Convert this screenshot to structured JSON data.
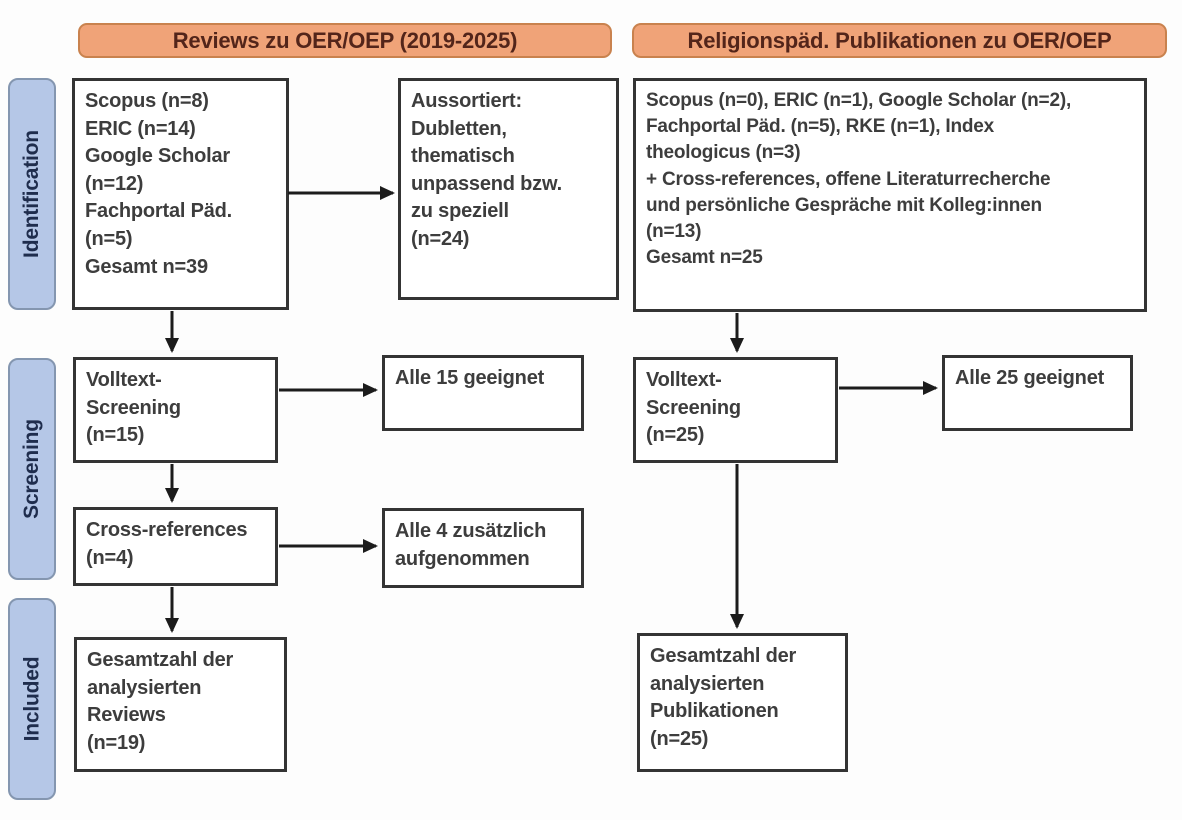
{
  "headers": {
    "left": "Reviews zu OER/OEP (2019-2025)",
    "right": "Religionspäd. Publikationen zu OER/OEP"
  },
  "sidebar": {
    "identification": "Identification",
    "screening": "Screening",
    "included": "Included"
  },
  "left_flow": {
    "sources": "Scopus (n=8)\nERIC (n=14)\nGoogle Scholar\n(n=12)\nFachportal Päd.\n(n=5)\nGesamt n=39",
    "excluded": "Aussortiert:\nDubletten,\nthematisch\nunpassend bzw.\nzu speziell\n(n=24)",
    "fulltext_screening": "Volltext-\nScreening\n(n=15)",
    "eligible": "Alle 15 geeignet",
    "cross_references": "Cross-references\n(n=4)",
    "added": "Alle 4 zusätzlich\naufgenommen",
    "total": "Gesamtzahl der\nanalysierten\nReviews\n(n=19)"
  },
  "right_flow": {
    "sources": "Scopus (n=0), ERIC (n=1), Google Scholar (n=2),\nFachportal Päd. (n=5), RKE (n=1), Index\ntheologicus (n=3)\n+ Cross-references, offene Literaturrecherche\nund persönliche Gespräche mit Kolleg:innen\n(n=13)\nGesamt n=25",
    "fulltext_screening": "Volltext-\nScreening\n(n=25)",
    "eligible": "Alle 25 geeignet",
    "total": "Gesamtzahl der\nanalysierten\nPublikationen\n(n=25)"
  },
  "colors": {
    "header_fill": "#f0a378",
    "header_border": "#c9824e",
    "header_text": "#53251a",
    "sidebar_fill": "#b5c7e7",
    "sidebar_border": "#8496b0",
    "sidebar_text": "#1f2d4d",
    "box_border": "#343434",
    "box_text": "#3d3d3d",
    "arrow": "#1c1c1c"
  }
}
